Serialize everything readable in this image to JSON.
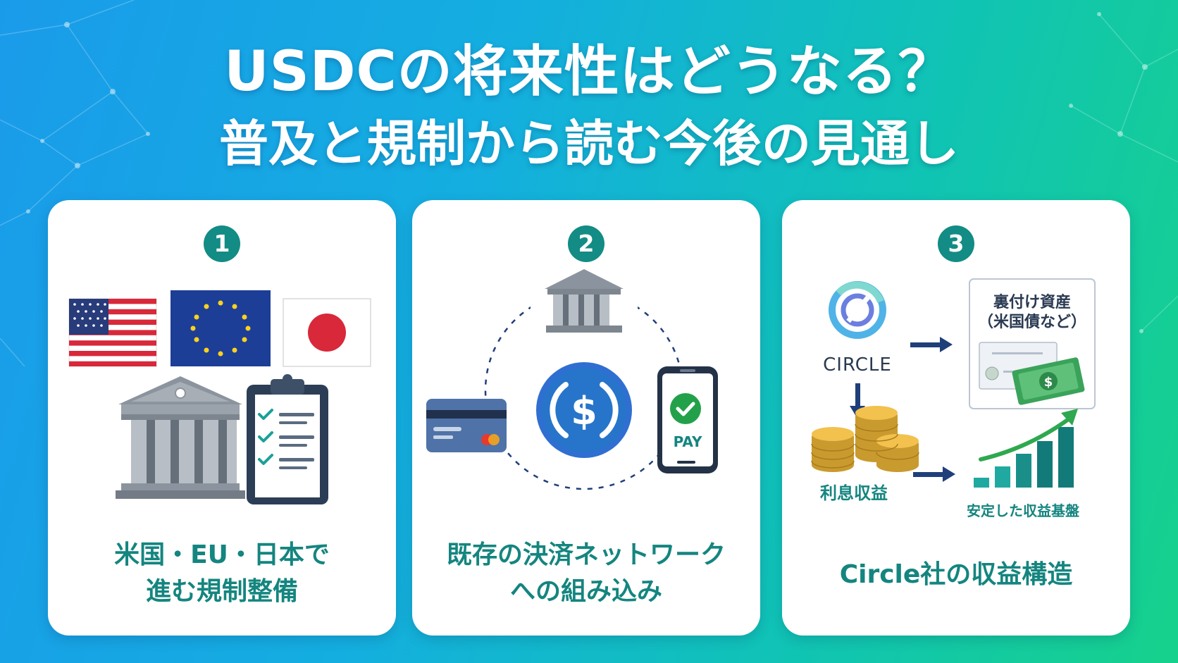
{
  "title": {
    "line1": "USDCの将来性はどうなる？",
    "line2": "普及と規制から読む今後の見通し"
  },
  "cards": [
    {
      "number": "1",
      "caption_line1": "米国・EU・日本で",
      "caption_line2": "進む規制整備"
    },
    {
      "number": "2",
      "caption_line1": "既存の決済ネットワーク",
      "caption_line2": "への組み込み",
      "pay_label": "PAY"
    },
    {
      "number": "3",
      "caption_line1": "Circle社の収益構造",
      "circle_logo_text": "CIRCLE",
      "asset_label_line1": "裏付け資産",
      "asset_label_line2": "（米国債など）",
      "interest_label": "利息収益",
      "revenue_label": "安定した収益基盤"
    }
  ],
  "colors": {
    "accent": "#128c84",
    "caption": "#14857f",
    "usdc_blue": "#2775ca",
    "arrow_navy": "#1f3f7a"
  }
}
